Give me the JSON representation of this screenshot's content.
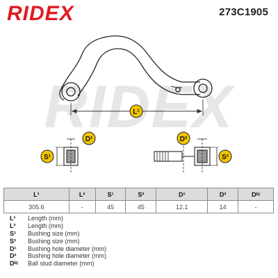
{
  "header": {
    "brand": "RIDEX",
    "part_number": "273C1905"
  },
  "drawing": {
    "watermark": "RIDEX",
    "callouts": {
      "L1": "L¹",
      "D1": "D¹",
      "D2": "D²",
      "S1": "S¹",
      "S2": "S²"
    },
    "colors": {
      "callout_fill": "#f2c400",
      "watermark": "#e6e6e6",
      "line": "#222222"
    }
  },
  "table": {
    "columns": [
      "L¹",
      "L²",
      "S¹",
      "S²",
      "D¹",
      "D²",
      "Dᵇʲ"
    ],
    "values": [
      "305.6",
      "-",
      "45",
      "45",
      "12.1",
      "14",
      "-"
    ]
  },
  "legend": [
    {
      "code": "L¹",
      "desc": "Length (mm)"
    },
    {
      "code": "L²",
      "desc": "Length (mm)"
    },
    {
      "code": "S¹",
      "desc": "Bushing size (mm)"
    },
    {
      "code": "S²",
      "desc": "Bushing size (mm)"
    },
    {
      "code": "D¹",
      "desc": "Bushing hole diameter (mm)"
    },
    {
      "code": "D²",
      "desc": "Bushing hole diameter (mm)"
    },
    {
      "code": "Dᵇʲ",
      "desc": "Ball stud diameter (mm)"
    }
  ]
}
